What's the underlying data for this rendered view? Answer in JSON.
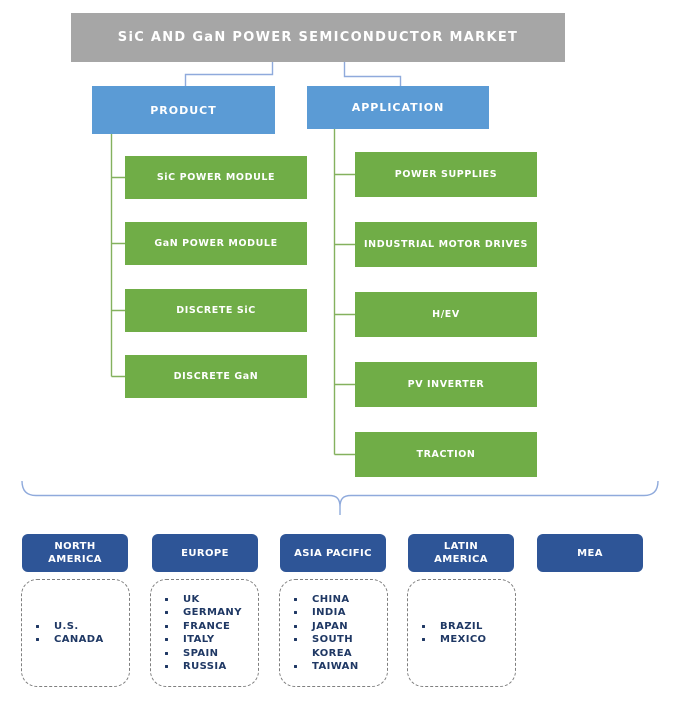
{
  "title": "SiC AND GaN POWER SEMICONDUCTOR MARKET",
  "branches": {
    "product": {
      "label": "PRODUCT",
      "items": [
        "SiC POWER MODULE",
        "GaN POWER MODULE",
        "DISCRETE SiC",
        "DISCRETE GaN"
      ]
    },
    "application": {
      "label": "APPLICATION",
      "items": [
        "POWER SUPPLIES",
        "INDUSTRIAL MOTOR DRIVES",
        "H/EV",
        "PV INVERTER",
        "TRACTION"
      ]
    }
  },
  "regions": [
    {
      "name": "NORTH\nAMERICA",
      "countries": [
        "U.S.",
        "CANADA"
      ]
    },
    {
      "name": "EUROPE",
      "countries": [
        "UK",
        "GERMANY",
        "FRANCE",
        "ITALY",
        "SPAIN",
        "RUSSIA"
      ]
    },
    {
      "name": "ASIA PACIFIC",
      "countries": [
        "CHINA",
        "INDIA",
        "JAPAN",
        "SOUTH KOREA",
        "TAIWAN"
      ]
    },
    {
      "name": "LATIN\nAMERICA",
      "countries": [
        "BRAZIL",
        "MEXICO"
      ]
    },
    {
      "name": "MEA",
      "countries": []
    }
  ],
  "colors": {
    "title_bg": "#A6A6A6",
    "branch_bg": "#5B9BD5",
    "leaf_bg": "#70AD47",
    "region_bg": "#2E5597",
    "country_text": "#1F3864",
    "connector_blue": "#8FAADC",
    "connector_green": "#70AD47",
    "dashed_border": "#7F7F7F"
  }
}
